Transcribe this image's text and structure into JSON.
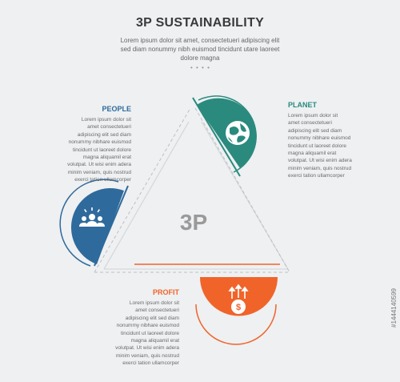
{
  "header": {
    "title": "3P SUSTAINABILITY",
    "subtitle": "Lorem ipsum dolor sit amet, consectetueri adipiscing elit sed diam nonummy nibh euismod tincidunt utare laoreet dolore magna",
    "dots": "• • • •"
  },
  "diagram": {
    "center_label": "3P",
    "items": [
      {
        "id": "people",
        "title": "PEOPLE",
        "icon": "people-group-icon",
        "color": "#2f6a9c",
        "body": "Lorem ipsum dolor sit\namet consectetueri\nadipiscing elit sed diam\nnonummy nibhare euismod\ntincidunt ut laoreet dolore\nmagna aliquamil erat\nvolutpat. Ut wisi enim adera\nminim veniam, quis nostrud\nexerci tation ullamcorper"
      },
      {
        "id": "planet",
        "title": "PLANET",
        "icon": "globe-icon",
        "color": "#2a8a7e",
        "body": "Lorem ipsum dolor sit\namet consectetueri\nadipiscing elit sed diam\nnonummy nibhare euismod\ntincidunt ut laoreet dolore\nmagna aliquamil erat\nvolutpat. Ut wisi enim adera\nminim veniam, quis nostrud\nexerci tation ullamcorper"
      },
      {
        "id": "profit",
        "title": "PROFIT",
        "icon": "dollar-growth-icon",
        "color": "#f0642a",
        "body": "Lorem ipsum dolor sit\namet consectetueri\nadipiscing elit sed diam\nnonummy nibhare euismod\ntincidunt ut laoreet dolore\nmagna aliquamil erat\nvolutpat. Ut wisi enim adera\nminim veniam, quis nostrud\nexerci tation ullamcorper"
      }
    ]
  },
  "watermark": {
    "stock_id": "#1444140599"
  }
}
